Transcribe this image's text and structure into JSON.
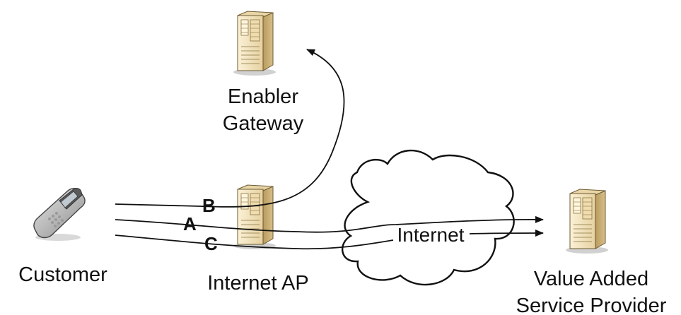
{
  "nodes": {
    "enabler_gateway": {
      "label_line1": "Enabler",
      "label_line2": "Gateway",
      "icon": "server-tower"
    },
    "customer": {
      "label": "Customer",
      "icon": "mobile-phone"
    },
    "internet_ap": {
      "label": "Internet AP",
      "icon": "server-tower"
    },
    "vasp": {
      "label_line1": "Value Added",
      "label_line2": "Service Provider",
      "icon": "server-tower"
    }
  },
  "cloud": {
    "label": "Internet",
    "icon": "cloud"
  },
  "paths": [
    {
      "id": "A",
      "label": "A"
    },
    {
      "id": "B",
      "label": "B"
    },
    {
      "id": "C",
      "label": "C"
    }
  ],
  "colors": {
    "server_face": "#f2e3bd",
    "server_side": "#c9ae72",
    "server_shadow": "#8a7443",
    "phone_body": "#c8c8c8",
    "line": "#111111"
  }
}
